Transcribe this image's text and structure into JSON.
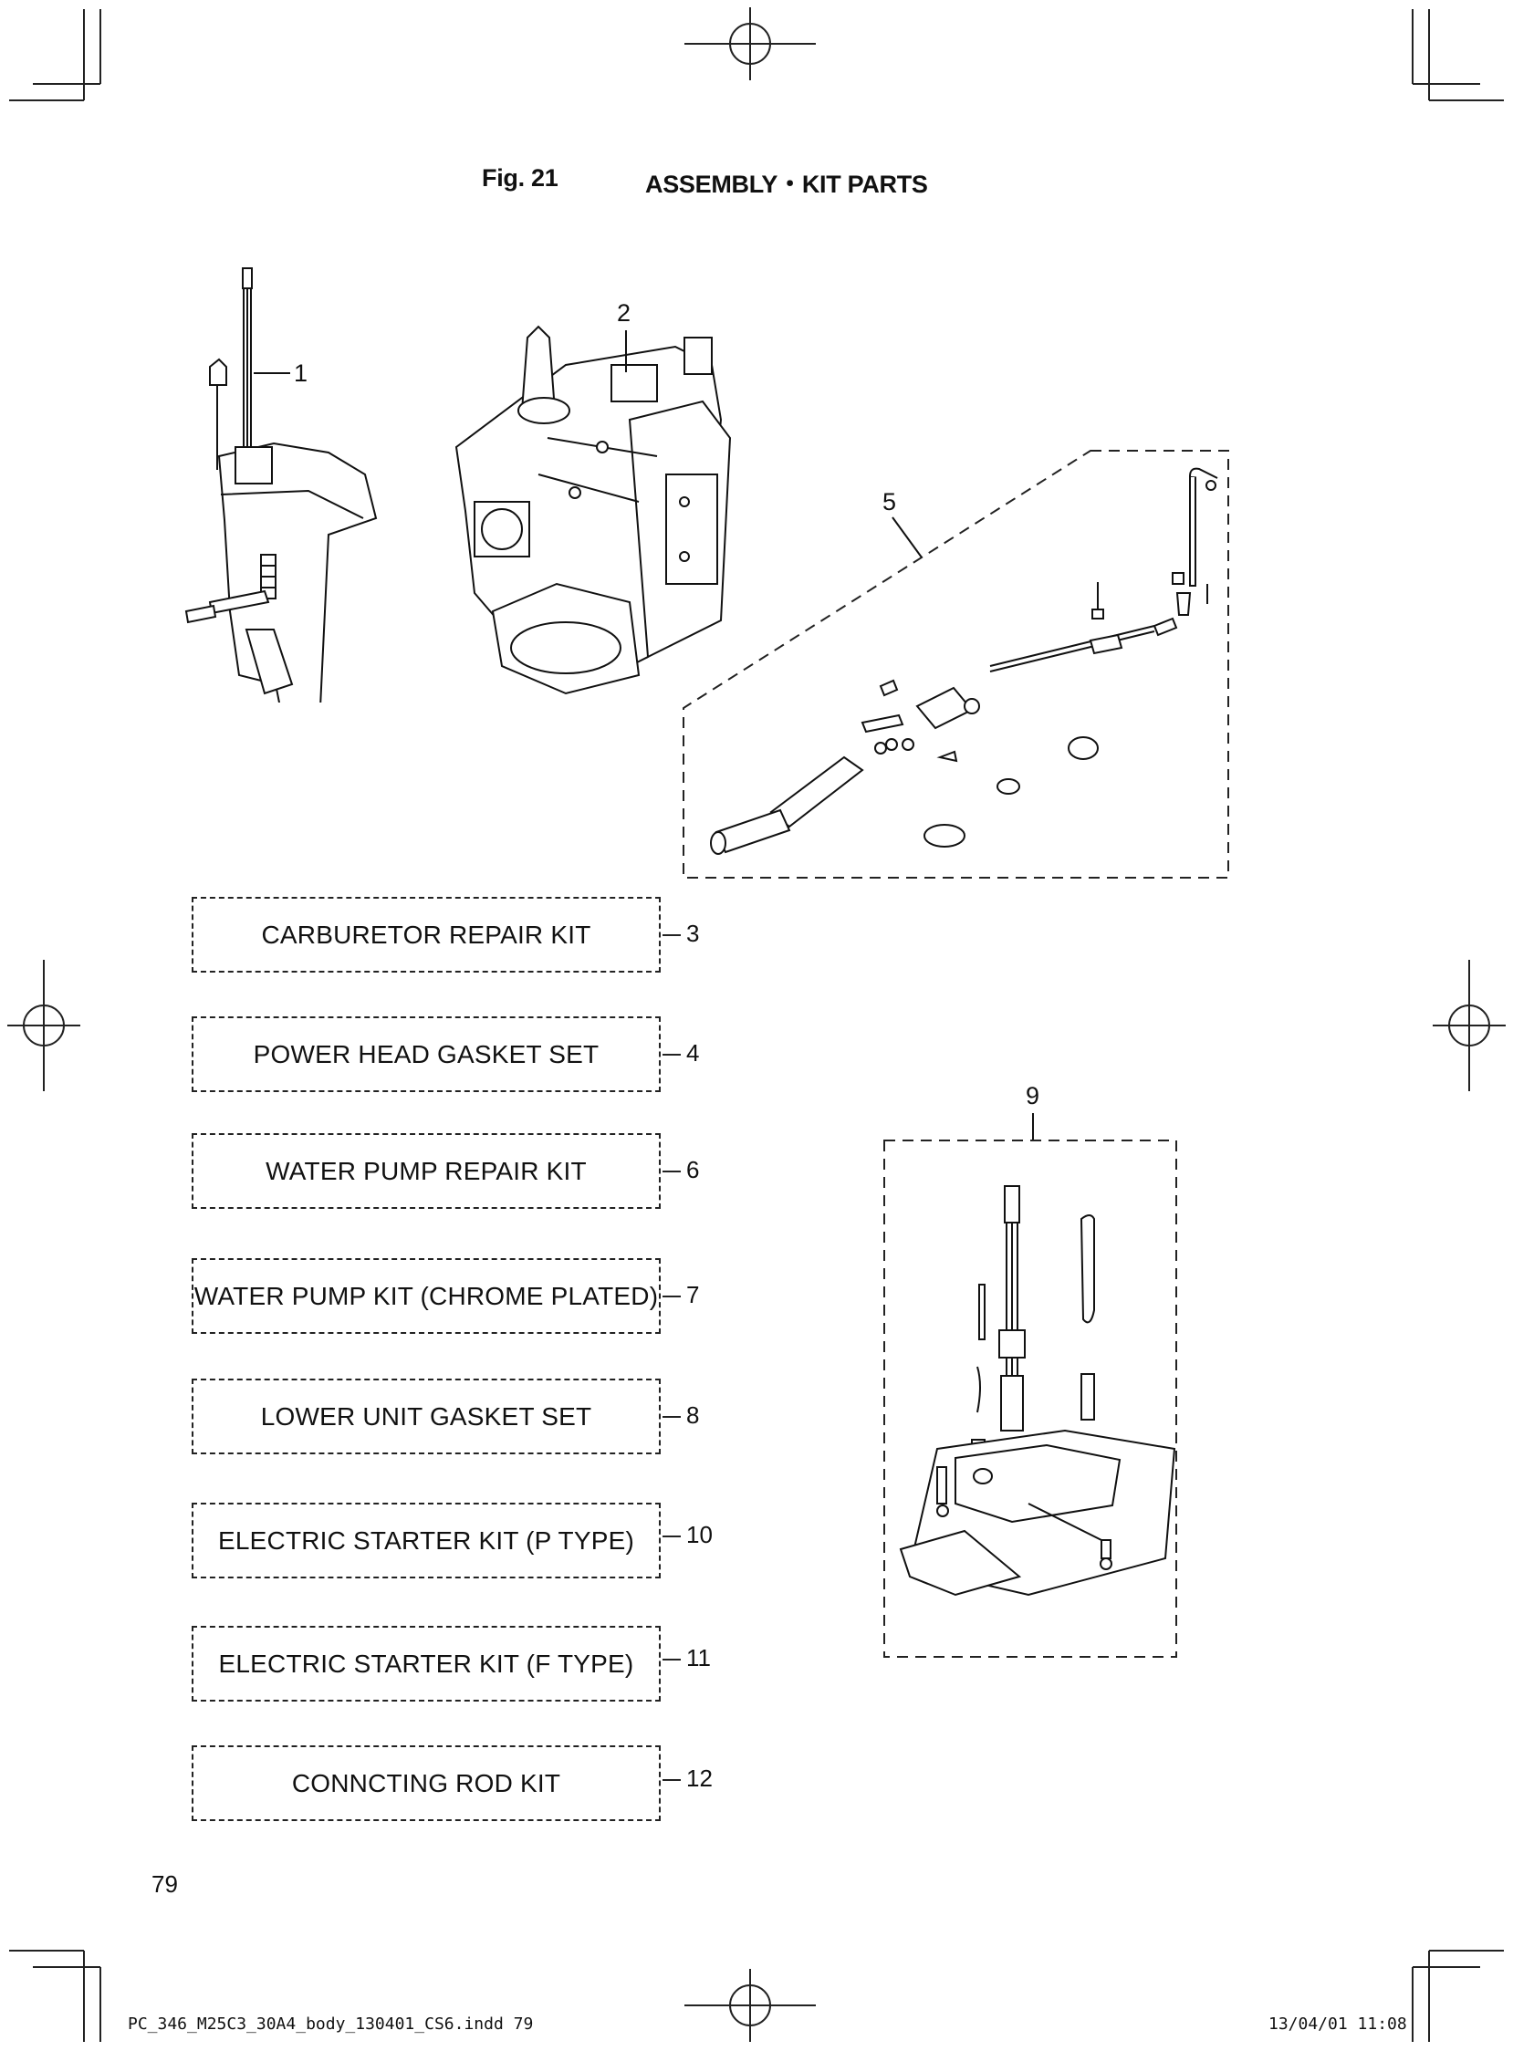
{
  "header": {
    "fig_label": "Fig. 21",
    "title": "ASSEMBLY・KIT PARTS"
  },
  "callouts": {
    "c1": "1",
    "c2": "2",
    "c5": "5",
    "c9": "9"
  },
  "kits": [
    {
      "label": "CARBURETOR REPAIR KIT",
      "number": "3"
    },
    {
      "label": "POWER HEAD GASKET SET",
      "number": "4"
    },
    {
      "label": "WATER PUMP REPAIR KIT",
      "number": "6"
    },
    {
      "label": "WATER PUMP KIT (CHROME PLATED)",
      "number": "7"
    },
    {
      "label": "LOWER UNIT GASKET SET",
      "number": "8"
    },
    {
      "label": "ELECTRIC STARTER KIT (P TYPE)",
      "number": "10"
    },
    {
      "label": "ELECTRIC STARTER KIT (F TYPE)",
      "number": "11"
    },
    {
      "label": "CONNCTING ROD KIT",
      "number": "12"
    }
  ],
  "page_number": "79",
  "footer": {
    "file": "PC_346_M25C3_30A4_body_130401_CS6.indd   79",
    "timestamp": "13/04/01   11:08"
  },
  "illustrations": {
    "lower_unit": "lower-unit-gearcase-drawing",
    "power_head": "power-head-drawing",
    "gear_shift_kit": "gear-shift-kit-drawing",
    "drive_shaft_housing_kit": "drive-shaft-housing-drawing"
  }
}
